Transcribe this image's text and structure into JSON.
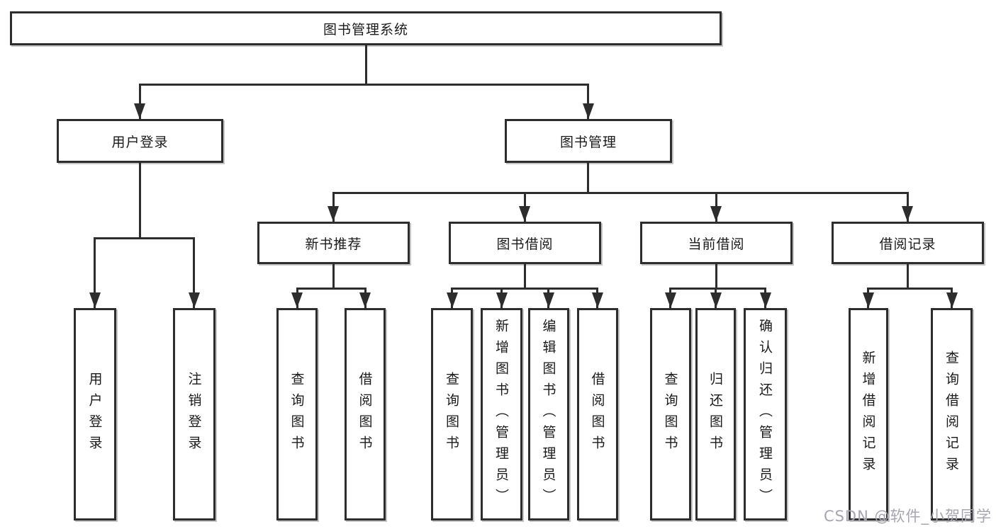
{
  "colors": {
    "line": "#2d2d2d",
    "box_border": "#2d2d2d",
    "text": "#1a1a1a",
    "watermark": "#a6a6b0",
    "background": "#ffffff"
  },
  "nodes": {
    "root": "图书管理系统",
    "user_login": "用户登录",
    "book_management": "图书管理"
  },
  "user_login_children": [
    "用户登录",
    "注销登录"
  ],
  "categories": [
    {
      "label": "新书推荐",
      "children": [
        "查询图书",
        "借阅图书"
      ]
    },
    {
      "label": "图书借阅",
      "children": [
        "查询图书",
        "新增图书（管理员）",
        "编辑图书（管理员）",
        "借阅图书"
      ]
    },
    {
      "label": "当前借阅",
      "children": [
        "查询图书",
        "归还图书",
        "确认归还（管理员）"
      ]
    },
    {
      "label": "借阅记录",
      "children": [
        "新增借阅记录",
        "查询借阅记录"
      ]
    }
  ],
  "watermark": "CSDN @软件_小贺同学"
}
